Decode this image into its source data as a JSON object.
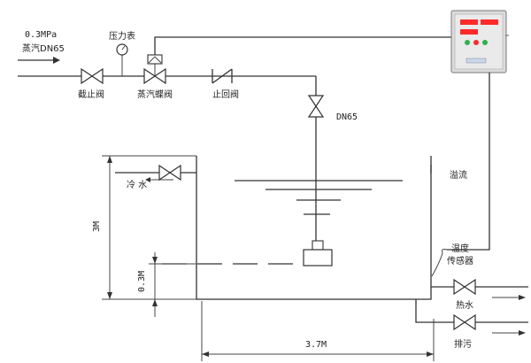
{
  "labels": {
    "pressure_spec": "0.3MPa",
    "steam_spec": "蒸汽DN65",
    "pressure_gauge": "压力表",
    "stop_valve": "截止阀",
    "steam_butterfly_valve": "蒸汽蝶阀",
    "check_valve": "止回阀",
    "dn65": "DN65",
    "cold_water": "冷 水",
    "overflow": "溢流",
    "height_3m": "3M",
    "height_03m": "0.3M",
    "temp_sensor_line1": "温度",
    "temp_sensor_line2": "传感器",
    "hot_water": "热水",
    "drain": "排污",
    "width_37m": "3.7M"
  },
  "colors": {
    "line": "#333333",
    "panel_body": "#dcdcdc",
    "panel_display": "#ff2a2a",
    "panel_green": "#2bb24c"
  }
}
